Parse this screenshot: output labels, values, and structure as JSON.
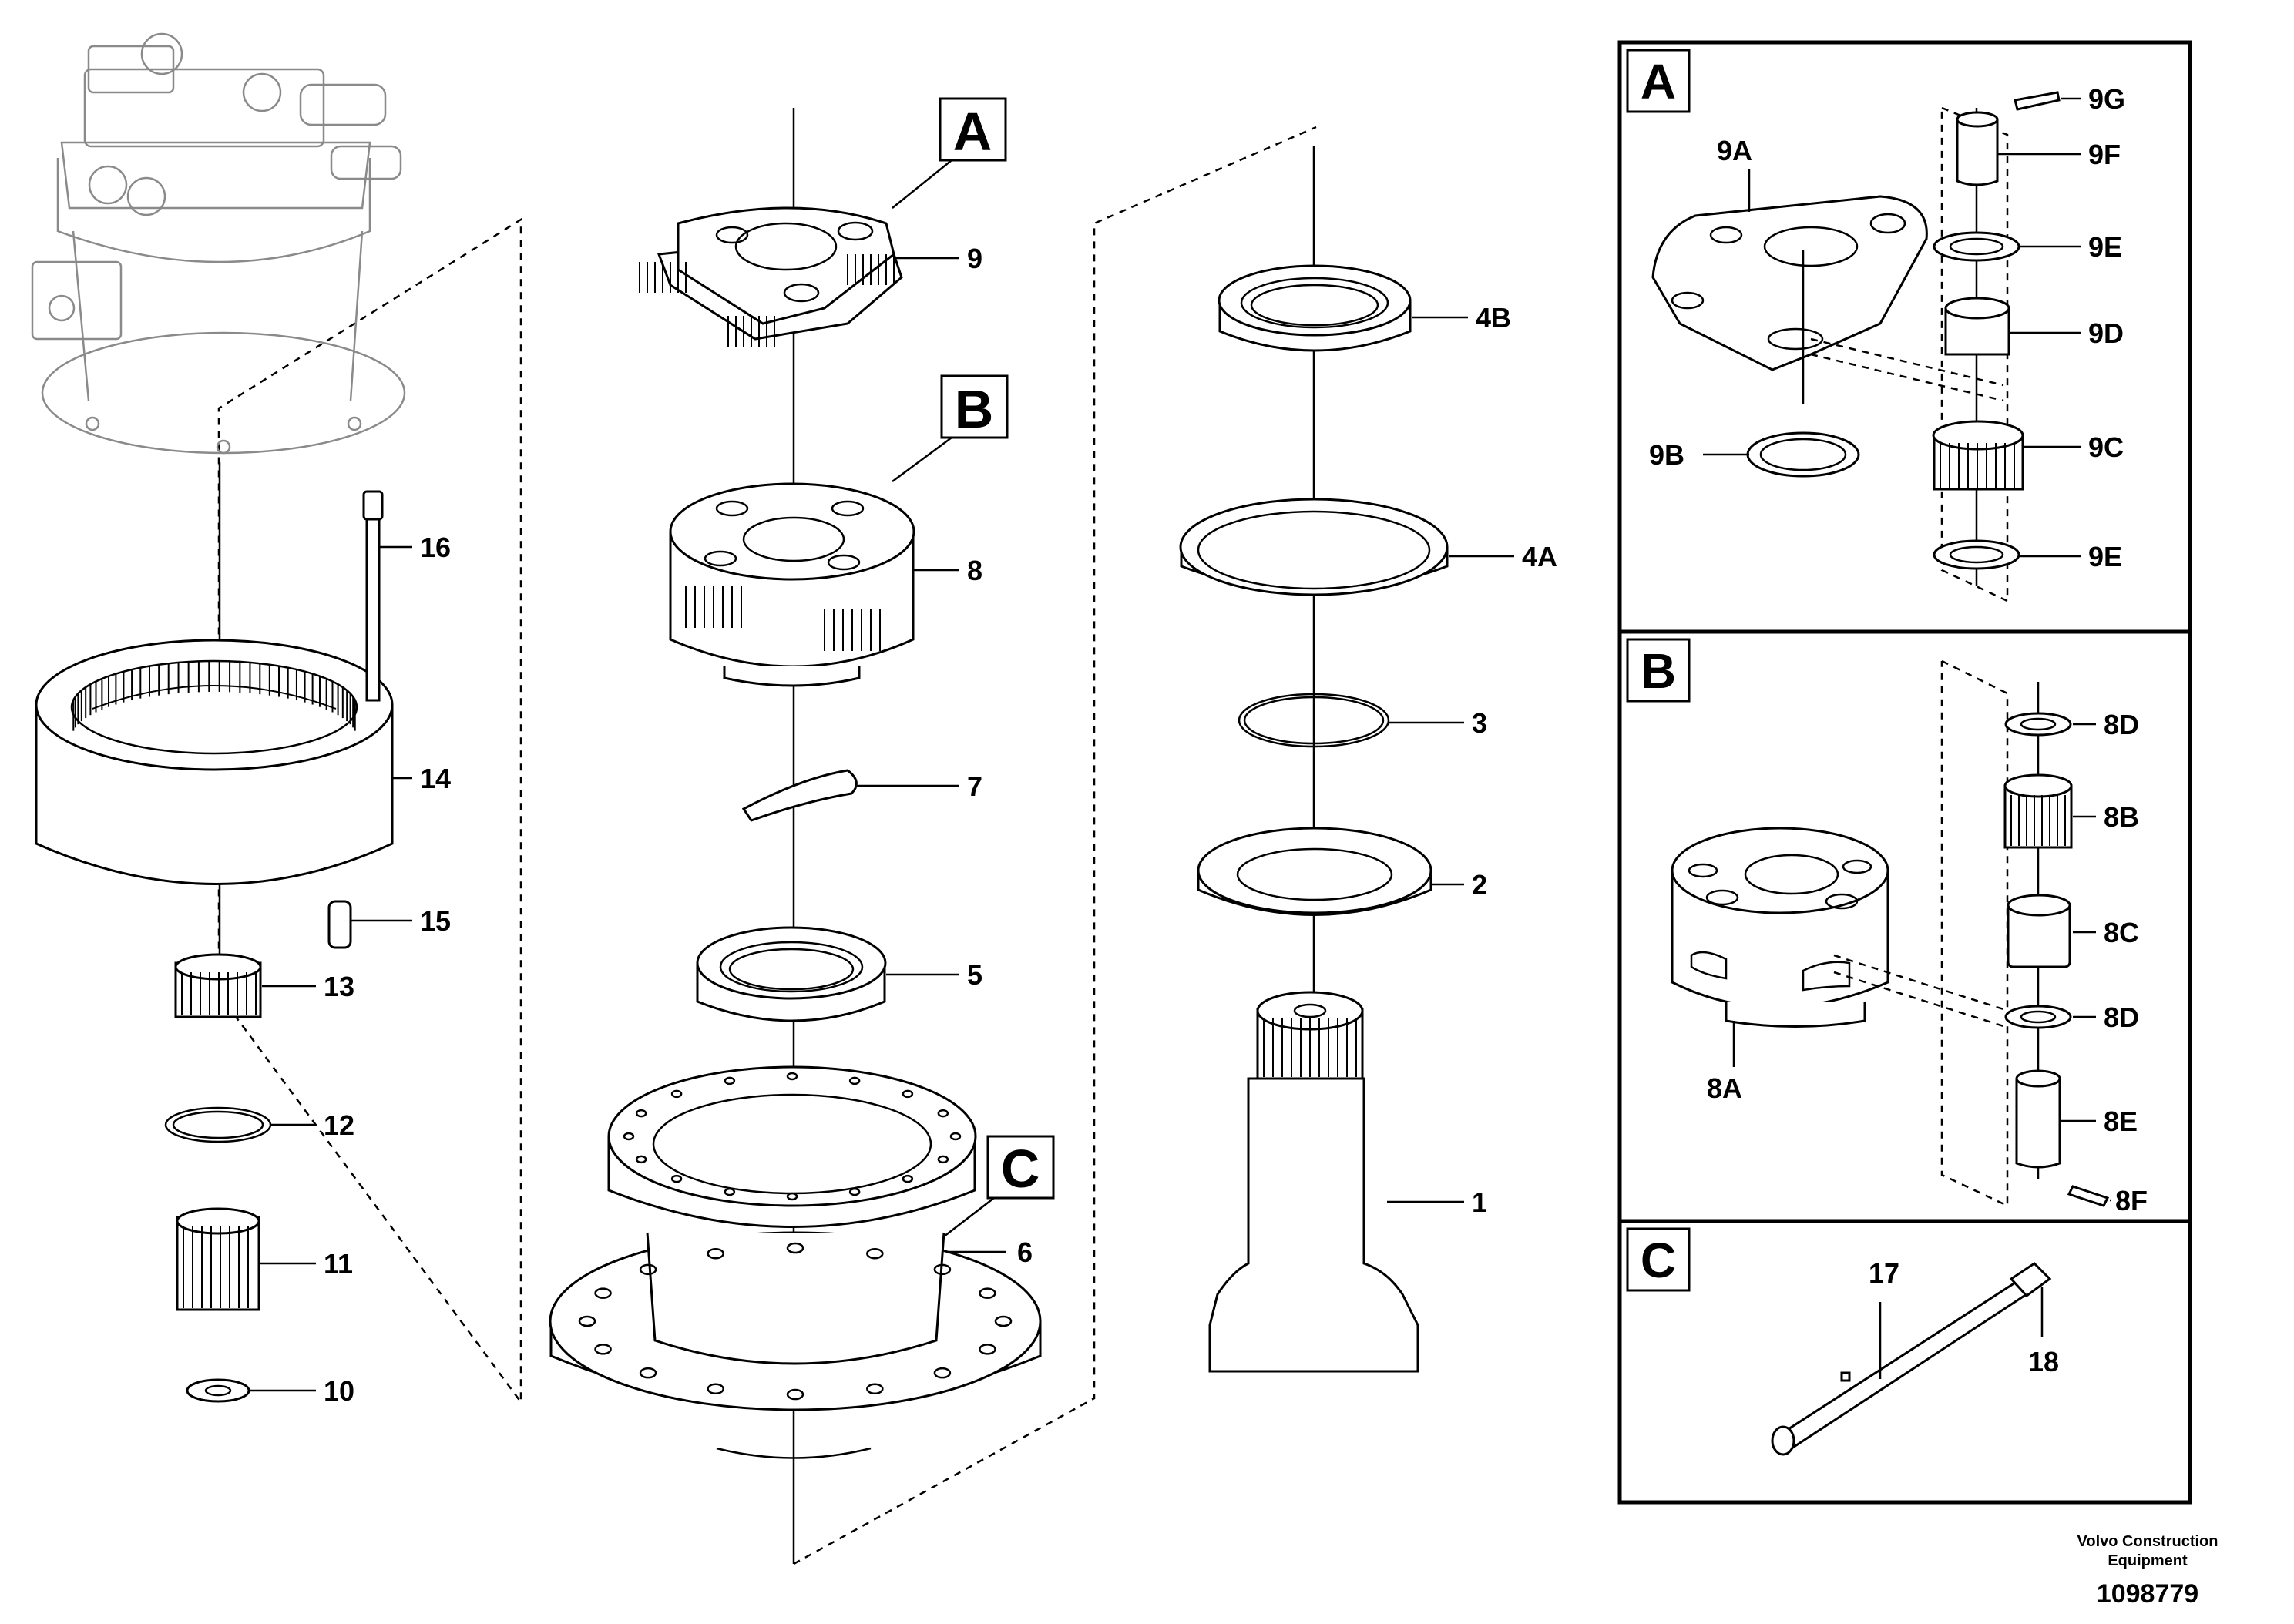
{
  "callouts": {
    "c1": "1",
    "c2": "2",
    "c3": "3",
    "c4a": "4A",
    "c4b": "4B",
    "c5": "5",
    "c6": "6",
    "c7": "7",
    "c8": "8",
    "c9": "9",
    "c10": "10",
    "c11": "11",
    "c12": "12",
    "c13": "13",
    "c14": "14",
    "c15": "15",
    "c16": "16",
    "c17": "17",
    "c18": "18"
  },
  "detail_letters": {
    "a": "A",
    "b": "B",
    "c": "C"
  },
  "panel_a": {
    "letter": "A",
    "labels": {
      "9a": "9A",
      "9b": "9B",
      "9c": "9C",
      "9d": "9D",
      "9e_top": "9E",
      "9e_bottom": "9E",
      "9f": "9F",
      "9g": "9G"
    }
  },
  "panel_b": {
    "letter": "B",
    "labels": {
      "8a": "8A",
      "8b": "8B",
      "8c": "8C",
      "8d_top": "8D",
      "8d_bottom": "8D",
      "8e": "8E",
      "8f": "8F"
    }
  },
  "panel_c": {
    "letter": "C"
  },
  "footer": {
    "brand_line1": "Volvo Construction",
    "brand_line2": "Equipment",
    "drawing_number": "1098779"
  }
}
